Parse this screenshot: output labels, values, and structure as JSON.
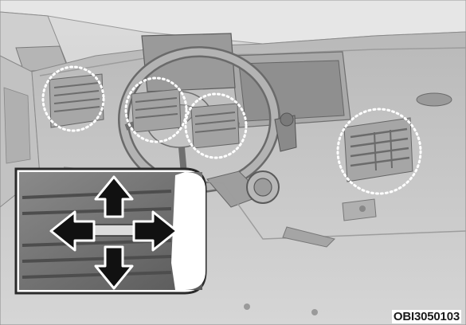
{
  "figure": {
    "code": "OBI3050103"
  },
  "callouts": [
    {
      "label": "left-side-vent"
    },
    {
      "label": "center-vent-left"
    },
    {
      "label": "center-vent-right"
    },
    {
      "label": "right-side-vent"
    }
  ],
  "inset": {
    "arrows": [
      "up",
      "down",
      "left",
      "right"
    ]
  },
  "colors": {
    "outline": "#3a3a3a",
    "panel_fill": "#cfcfcf",
    "inset_bg": "#707070",
    "arrow_fill": "#111111",
    "callout_stroke": "#ffffff"
  }
}
